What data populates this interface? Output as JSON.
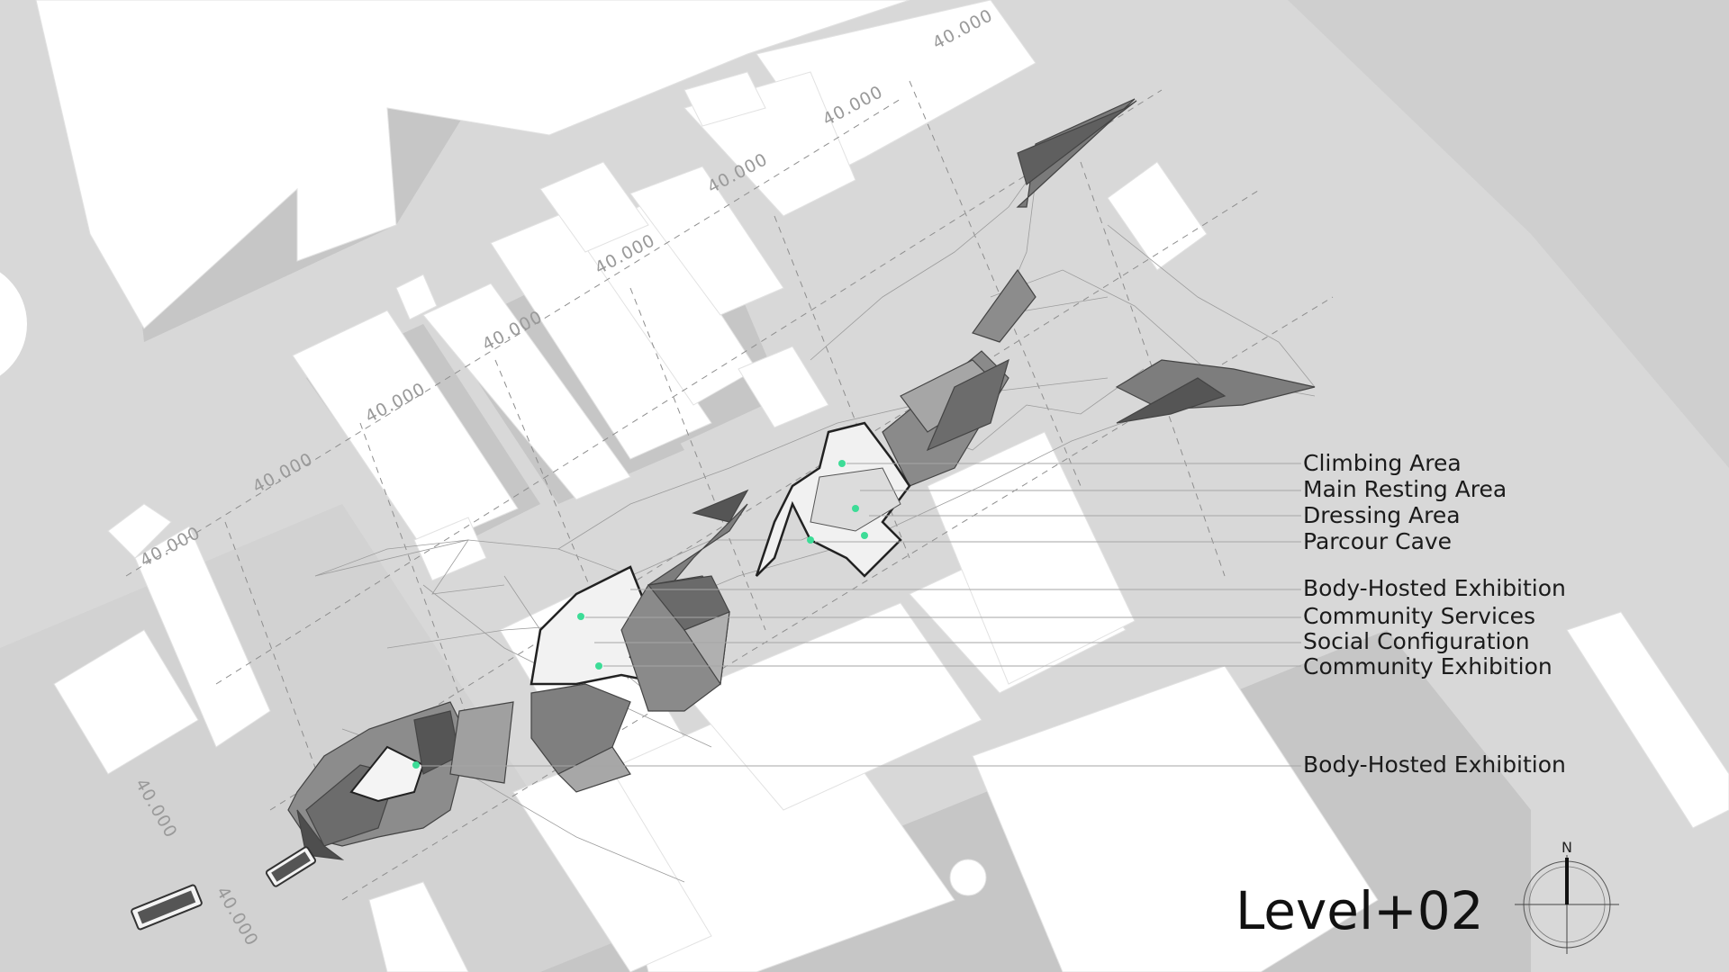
{
  "level_title": "Level+02",
  "north_label": "N",
  "dimension_value": "40.000",
  "program_labels": [
    "Climbing Area",
    "Main Resting Area",
    "Dressing Area",
    "Parcour Cave",
    "Body-Hosted Exhibition",
    "Community Services",
    "Social Configuration",
    "Community Exhibition",
    "Body-Hosted Exhibition"
  ],
  "colors": {
    "ground": "#d8d8d8",
    "building": "#ffffff",
    "shadow": "#bdbdbd",
    "facet_dark": "#6e6e6e",
    "facet_mid": "#9a9a9a",
    "marker": "#3ddc97"
  }
}
